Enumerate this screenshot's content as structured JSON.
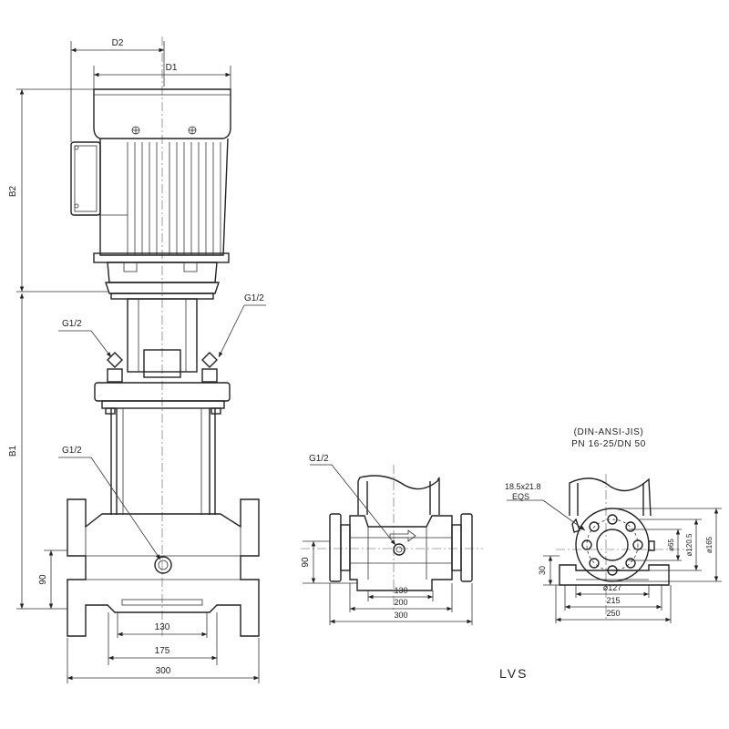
{
  "front_view": {
    "dim_d2": "D2",
    "dim_d1": "D1",
    "dim_b2": "B2",
    "dim_b1": "B1",
    "dim_90": "90",
    "dim_130": "130",
    "dim_175": "175",
    "dim_300": "300",
    "port_top_left": "G1/2",
    "port_top_right": "G1/2",
    "port_bottom": "G1/2"
  },
  "side_view": {
    "port": "G1/2",
    "dim_90": "90",
    "dim_130": "130",
    "dim_200": "200",
    "dim_300": "300"
  },
  "flange_view": {
    "standard_line1": "(DIN-ANSI-JIS)",
    "standard_line2": "PN 16-25/DN 50",
    "slot_size": "18.5x21.8",
    "slot_eqs": "EQS",
    "dim_65": "ø65",
    "dim_120_5": "ø120.5",
    "dim_165": "ø165",
    "dim_30": "30",
    "dim_127": "ø127",
    "dim_215": "215",
    "dim_250": "250"
  },
  "model_label": "LVS"
}
